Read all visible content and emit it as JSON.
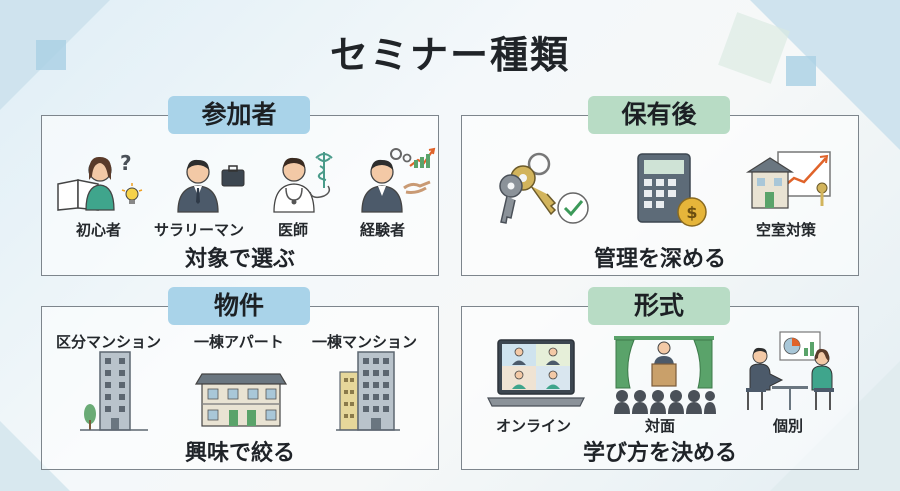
{
  "title": "セミナー種類",
  "panels": {
    "participants": {
      "tag": "参加者",
      "items": [
        "初心者",
        "サラリーマン",
        "医師",
        "経験者"
      ],
      "caption": "対象で選ぶ"
    },
    "after_ownership": {
      "tag": "保有後",
      "items": [
        "空室対策"
      ],
      "caption": "管理を深める"
    },
    "property": {
      "tag": "物件",
      "items": [
        "区分マンション",
        "一棟アパート",
        "一棟マンション"
      ],
      "caption": "興味で絞る"
    },
    "format": {
      "tag": "形式",
      "items": [
        "オンライン",
        "対面",
        "個別"
      ],
      "caption": "学び方を決める"
    }
  },
  "colors": {
    "tag_blue": "#a9d3e9",
    "tag_green": "#b8dcc5",
    "accent_orange": "#e0632a",
    "accent_green": "#5aa36a"
  },
  "icons": [
    "book-person-icon",
    "businessman-icon",
    "doctor-icon",
    "handshake-icon",
    "keys-icon",
    "calculator-icon",
    "house-chart-icon",
    "building-icon",
    "apartment-icon",
    "online-meeting-icon",
    "lecture-icon",
    "consultation-icon"
  ]
}
